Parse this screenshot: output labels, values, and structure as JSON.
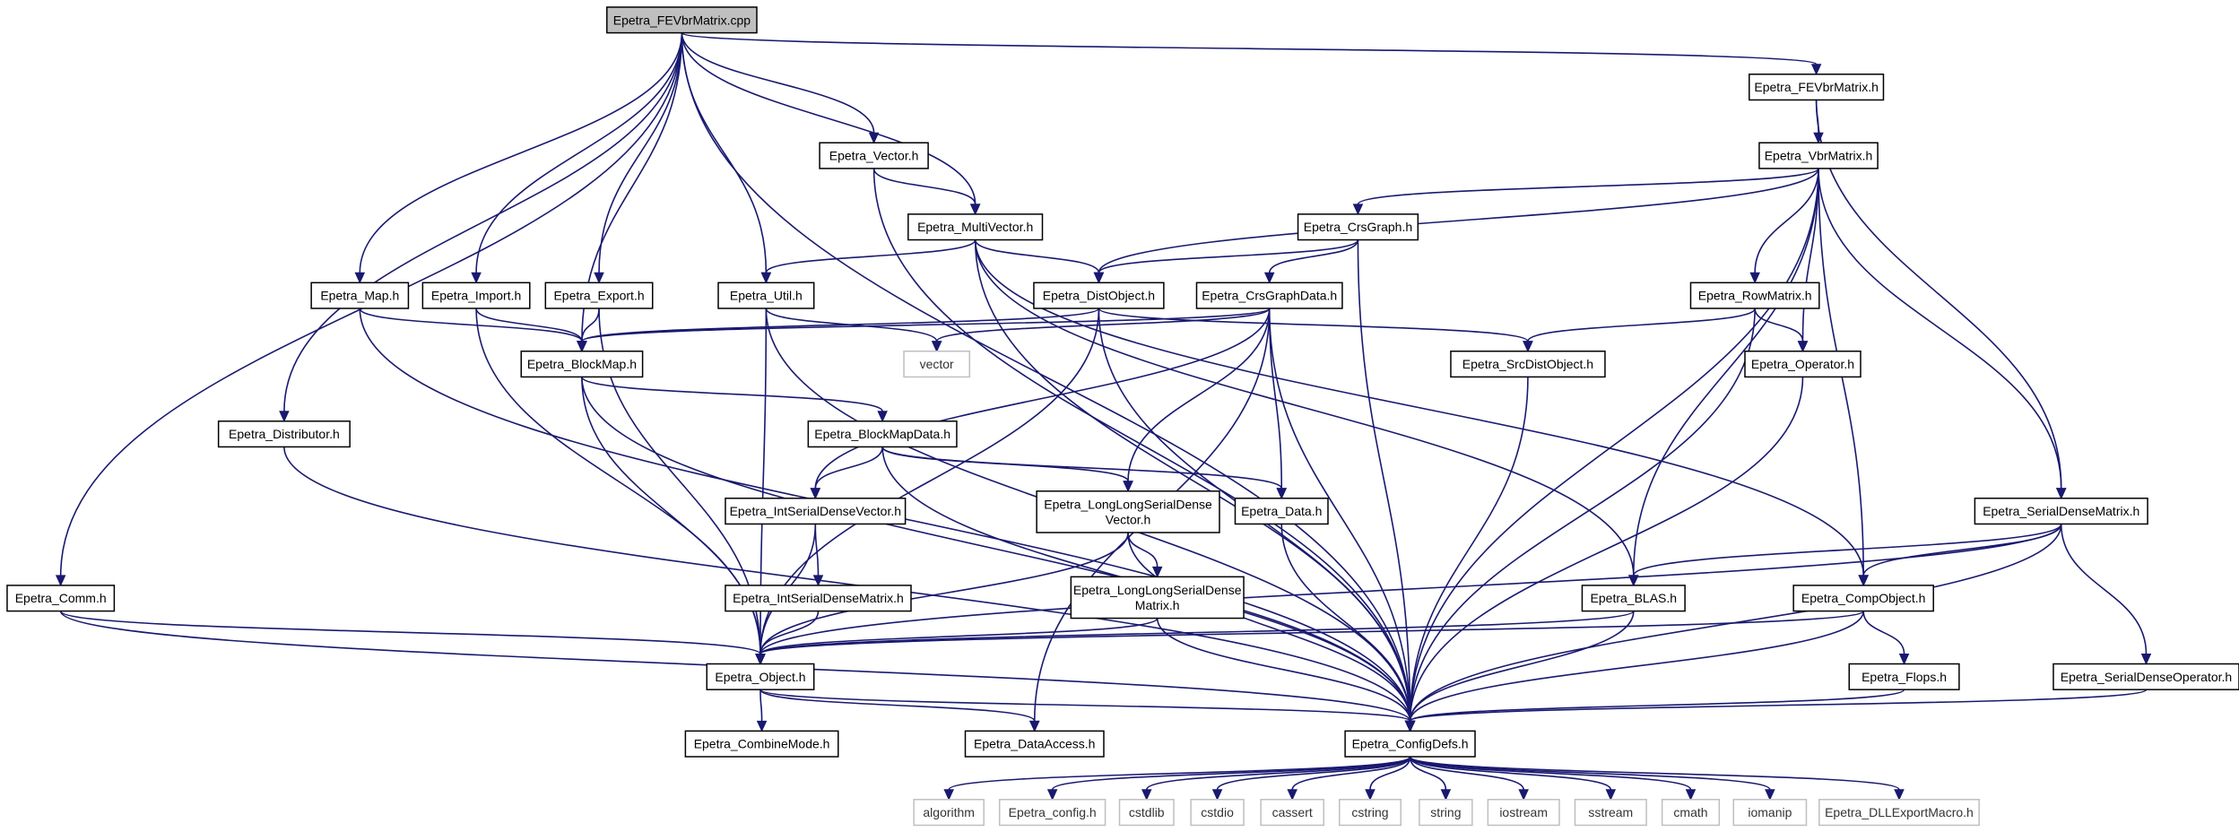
{
  "graph": {
    "nodes": [
      {
        "id": "fevbr_cpp",
        "label": "Epetra_FEVbrMatrix.cpp",
        "kind": "root"
      },
      {
        "id": "fevbr_h",
        "label": "Epetra_FEVbrMatrix.h",
        "kind": "file"
      },
      {
        "id": "vbrmatrix",
        "label": "Epetra_VbrMatrix.h",
        "kind": "file"
      },
      {
        "id": "vector_h",
        "label": "Epetra_Vector.h",
        "kind": "file"
      },
      {
        "id": "multivector",
        "label": "Epetra_MultiVector.h",
        "kind": "file"
      },
      {
        "id": "crsgraph",
        "label": "Epetra_CrsGraph.h",
        "kind": "file"
      },
      {
        "id": "map",
        "label": "Epetra_Map.h",
        "kind": "file"
      },
      {
        "id": "import",
        "label": "Epetra_Import.h",
        "kind": "file"
      },
      {
        "id": "export",
        "label": "Epetra_Export.h",
        "kind": "file"
      },
      {
        "id": "util",
        "label": "Epetra_Util.h",
        "kind": "file"
      },
      {
        "id": "distobject",
        "label": "Epetra_DistObject.h",
        "kind": "file"
      },
      {
        "id": "crsgraphdata",
        "label": "Epetra_CrsGraphData.h",
        "kind": "file"
      },
      {
        "id": "rowmatrix",
        "label": "Epetra_RowMatrix.h",
        "kind": "file"
      },
      {
        "id": "blockmap",
        "label": "Epetra_BlockMap.h",
        "kind": "file"
      },
      {
        "id": "std_vector",
        "label": "vector",
        "kind": "ext"
      },
      {
        "id": "srcdistobject",
        "label": "Epetra_SrcDistObject.h",
        "kind": "file"
      },
      {
        "id": "operator",
        "label": "Epetra_Operator.h",
        "kind": "file"
      },
      {
        "id": "distributor",
        "label": "Epetra_Distributor.h",
        "kind": "file"
      },
      {
        "id": "blockmapdata",
        "label": "Epetra_BlockMapData.h",
        "kind": "file"
      },
      {
        "id": "intsdv",
        "label": "Epetra_IntSerialDenseVector.h",
        "kind": "file"
      },
      {
        "id": "llsdv",
        "label": "Epetra_LongLongSerialDense\nVector.h",
        "kind": "file"
      },
      {
        "id": "data",
        "label": "Epetra_Data.h",
        "kind": "file"
      },
      {
        "id": "sdm",
        "label": "Epetra_SerialDenseMatrix.h",
        "kind": "file"
      },
      {
        "id": "intsdm",
        "label": "Epetra_IntSerialDenseMatrix.h",
        "kind": "file"
      },
      {
        "id": "llsdm",
        "label": "Epetra_LongLongSerialDense\nMatrix.h",
        "kind": "file"
      },
      {
        "id": "comm",
        "label": "Epetra_Comm.h",
        "kind": "file"
      },
      {
        "id": "blas",
        "label": "Epetra_BLAS.h",
        "kind": "file"
      },
      {
        "id": "compobject",
        "label": "Epetra_CompObject.h",
        "kind": "file"
      },
      {
        "id": "object",
        "label": "Epetra_Object.h",
        "kind": "file"
      },
      {
        "id": "flops",
        "label": "Epetra_Flops.h",
        "kind": "file"
      },
      {
        "id": "sdo",
        "label": "Epetra_SerialDenseOperator.h",
        "kind": "file"
      },
      {
        "id": "combinemode",
        "label": "Epetra_CombineMode.h",
        "kind": "file"
      },
      {
        "id": "dataaccess",
        "label": "Epetra_DataAccess.h",
        "kind": "file"
      },
      {
        "id": "configdefs",
        "label": "Epetra_ConfigDefs.h",
        "kind": "file"
      },
      {
        "id": "algorithm",
        "label": "algorithm",
        "kind": "ext"
      },
      {
        "id": "epetra_config",
        "label": "Epetra_config.h",
        "kind": "ext"
      },
      {
        "id": "cstdlib",
        "label": "cstdlib",
        "kind": "ext"
      },
      {
        "id": "cstdio",
        "label": "cstdio",
        "kind": "ext"
      },
      {
        "id": "cassert",
        "label": "cassert",
        "kind": "ext"
      },
      {
        "id": "cstring",
        "label": "cstring",
        "kind": "ext"
      },
      {
        "id": "string",
        "label": "string",
        "kind": "ext"
      },
      {
        "id": "iostream",
        "label": "iostream",
        "kind": "ext"
      },
      {
        "id": "sstream",
        "label": "sstream",
        "kind": "ext"
      },
      {
        "id": "cmath",
        "label": "cmath",
        "kind": "ext"
      },
      {
        "id": "iomanip",
        "label": "iomanip",
        "kind": "ext"
      },
      {
        "id": "dllexport",
        "label": "Epetra_DLLExportMacro.h",
        "kind": "ext"
      }
    ],
    "edges": [
      [
        "fevbr_cpp",
        "fevbr_h"
      ],
      [
        "fevbr_cpp",
        "vector_h"
      ],
      [
        "fevbr_cpp",
        "multivector"
      ],
      [
        "fevbr_cpp",
        "map"
      ],
      [
        "fevbr_cpp",
        "import"
      ],
      [
        "fevbr_cpp",
        "export"
      ],
      [
        "fevbr_cpp",
        "util"
      ],
      [
        "fevbr_cpp",
        "blockmap"
      ],
      [
        "fevbr_cpp",
        "distributor"
      ],
      [
        "fevbr_cpp",
        "comm"
      ],
      [
        "fevbr_cpp",
        "configdefs"
      ],
      [
        "fevbr_h",
        "vbrmatrix"
      ],
      [
        "fevbr_h",
        "sdm"
      ],
      [
        "vbrmatrix",
        "crsgraph"
      ],
      [
        "vbrmatrix",
        "distobject"
      ],
      [
        "vbrmatrix",
        "rowmatrix"
      ],
      [
        "vbrmatrix",
        "operator"
      ],
      [
        "vbrmatrix",
        "blas"
      ],
      [
        "vbrmatrix",
        "compobject"
      ],
      [
        "vbrmatrix",
        "sdm"
      ],
      [
        "vbrmatrix",
        "configdefs"
      ],
      [
        "vector_h",
        "multivector"
      ],
      [
        "vector_h",
        "configdefs"
      ],
      [
        "multivector",
        "util"
      ],
      [
        "multivector",
        "distobject"
      ],
      [
        "multivector",
        "blas"
      ],
      [
        "multivector",
        "compobject"
      ],
      [
        "multivector",
        "configdefs"
      ],
      [
        "crsgraph",
        "distobject"
      ],
      [
        "crsgraph",
        "crsgraphdata"
      ],
      [
        "crsgraph",
        "configdefs"
      ],
      [
        "map",
        "blockmap"
      ],
      [
        "map",
        "configdefs"
      ],
      [
        "import",
        "blockmap"
      ],
      [
        "import",
        "object"
      ],
      [
        "export",
        "blockmap"
      ],
      [
        "export",
        "object"
      ],
      [
        "util",
        "std_vector"
      ],
      [
        "util",
        "object"
      ],
      [
        "util",
        "configdefs"
      ],
      [
        "distobject",
        "blockmap"
      ],
      [
        "distobject",
        "srcdistobject"
      ],
      [
        "distobject",
        "object"
      ],
      [
        "distobject",
        "configdefs"
      ],
      [
        "crsgraphdata",
        "blockmap"
      ],
      [
        "crsgraphdata",
        "std_vector"
      ],
      [
        "crsgraphdata",
        "intsdv"
      ],
      [
        "crsgraphdata",
        "llsdv"
      ],
      [
        "crsgraphdata",
        "data"
      ],
      [
        "crsgraphdata",
        "dataaccess"
      ],
      [
        "crsgraphdata",
        "configdefs"
      ],
      [
        "rowmatrix",
        "srcdistobject"
      ],
      [
        "rowmatrix",
        "operator"
      ],
      [
        "rowmatrix",
        "configdefs"
      ],
      [
        "blockmap",
        "blockmapdata"
      ],
      [
        "blockmap",
        "object"
      ],
      [
        "blockmap",
        "configdefs"
      ],
      [
        "srcdistobject",
        "configdefs"
      ],
      [
        "operator",
        "configdefs"
      ],
      [
        "distributor",
        "configdefs"
      ],
      [
        "blockmapdata",
        "intsdv"
      ],
      [
        "blockmapdata",
        "llsdv"
      ],
      [
        "blockmapdata",
        "data"
      ],
      [
        "blockmapdata",
        "configdefs"
      ],
      [
        "intsdv",
        "intsdm"
      ],
      [
        "intsdv",
        "object"
      ],
      [
        "llsdv",
        "llsdm"
      ],
      [
        "llsdv",
        "object"
      ],
      [
        "llsdv",
        "configdefs"
      ],
      [
        "data",
        "configdefs"
      ],
      [
        "sdm",
        "blas"
      ],
      [
        "sdm",
        "compobject"
      ],
      [
        "sdm",
        "sdo"
      ],
      [
        "sdm",
        "object"
      ],
      [
        "sdm",
        "configdefs"
      ],
      [
        "intsdm",
        "object"
      ],
      [
        "llsdm",
        "object"
      ],
      [
        "llsdm",
        "configdefs"
      ],
      [
        "comm",
        "object"
      ],
      [
        "comm",
        "configdefs"
      ],
      [
        "blas",
        "object"
      ],
      [
        "blas",
        "configdefs"
      ],
      [
        "compobject",
        "object"
      ],
      [
        "compobject",
        "flops"
      ],
      [
        "compobject",
        "configdefs"
      ],
      [
        "object",
        "combinemode"
      ],
      [
        "object",
        "dataaccess"
      ],
      [
        "object",
        "configdefs"
      ],
      [
        "flops",
        "configdefs"
      ],
      [
        "sdo",
        "configdefs"
      ],
      [
        "configdefs",
        "algorithm"
      ],
      [
        "configdefs",
        "epetra_config"
      ],
      [
        "configdefs",
        "cstdlib"
      ],
      [
        "configdefs",
        "cstdio"
      ],
      [
        "configdefs",
        "cassert"
      ],
      [
        "configdefs",
        "cstring"
      ],
      [
        "configdefs",
        "string"
      ],
      [
        "configdefs",
        "iostream"
      ],
      [
        "configdefs",
        "sstream"
      ],
      [
        "configdefs",
        "cmath"
      ],
      [
        "configdefs",
        "iomanip"
      ],
      [
        "configdefs",
        "dllexport"
      ]
    ]
  }
}
